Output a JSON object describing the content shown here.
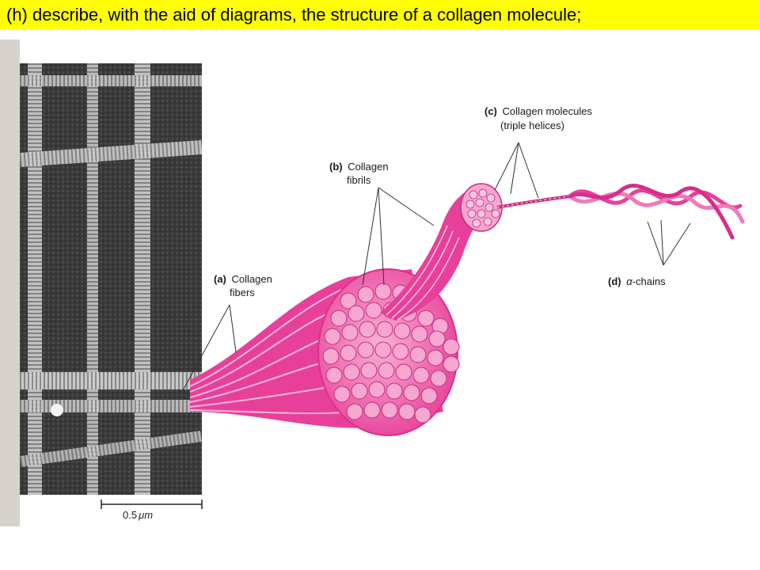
{
  "header": {
    "title": "(h) describe, with the aid of diagrams, the structure of a collagen molecule;"
  },
  "figure": {
    "labels": {
      "a": {
        "letter": "(a)",
        "line1": "Collagen",
        "line2": "fibers"
      },
      "b": {
        "letter": "(b)",
        "line1": "Collagen",
        "line2": "fibrils"
      },
      "c": {
        "letter": "(c)",
        "line1": "Collagen molecules",
        "line2": "(triple helices)"
      },
      "d": {
        "letter": "(d)",
        "alpha": "α",
        "rest": "-chains"
      }
    },
    "scale_bar": {
      "value": "0.5",
      "unit": "μm"
    },
    "colors": {
      "banner": "#ffff00",
      "collagen_pink": "#e8409a",
      "collagen_light": "#f6a8d0",
      "micrograph_dark": "#2e2e2e",
      "micrograph_fiber": "#d0d0d0"
    }
  }
}
